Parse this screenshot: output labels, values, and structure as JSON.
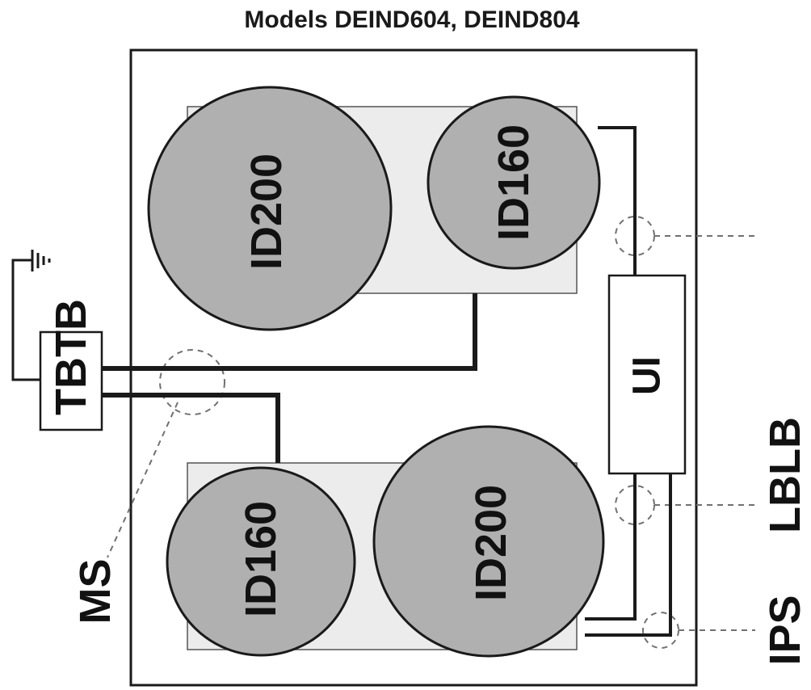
{
  "title": "Models DEIND604, DEIND804",
  "burners": {
    "top_left": "ID200",
    "top_right": "ID160",
    "bottom_left": "ID160",
    "bottom_right": "ID200"
  },
  "components": {
    "ui": "UI",
    "tbtb": "TBTB"
  },
  "callouts": {
    "ms": "MS",
    "lblb": "LBLB",
    "ips": "IPS"
  },
  "icons": {
    "ground": "ground-symbol-icon"
  },
  "colors": {
    "burner_fill": "#b0b0b0",
    "zone_fill": "#ececec",
    "line": "#1a1a1a",
    "dashed": "#707070"
  }
}
